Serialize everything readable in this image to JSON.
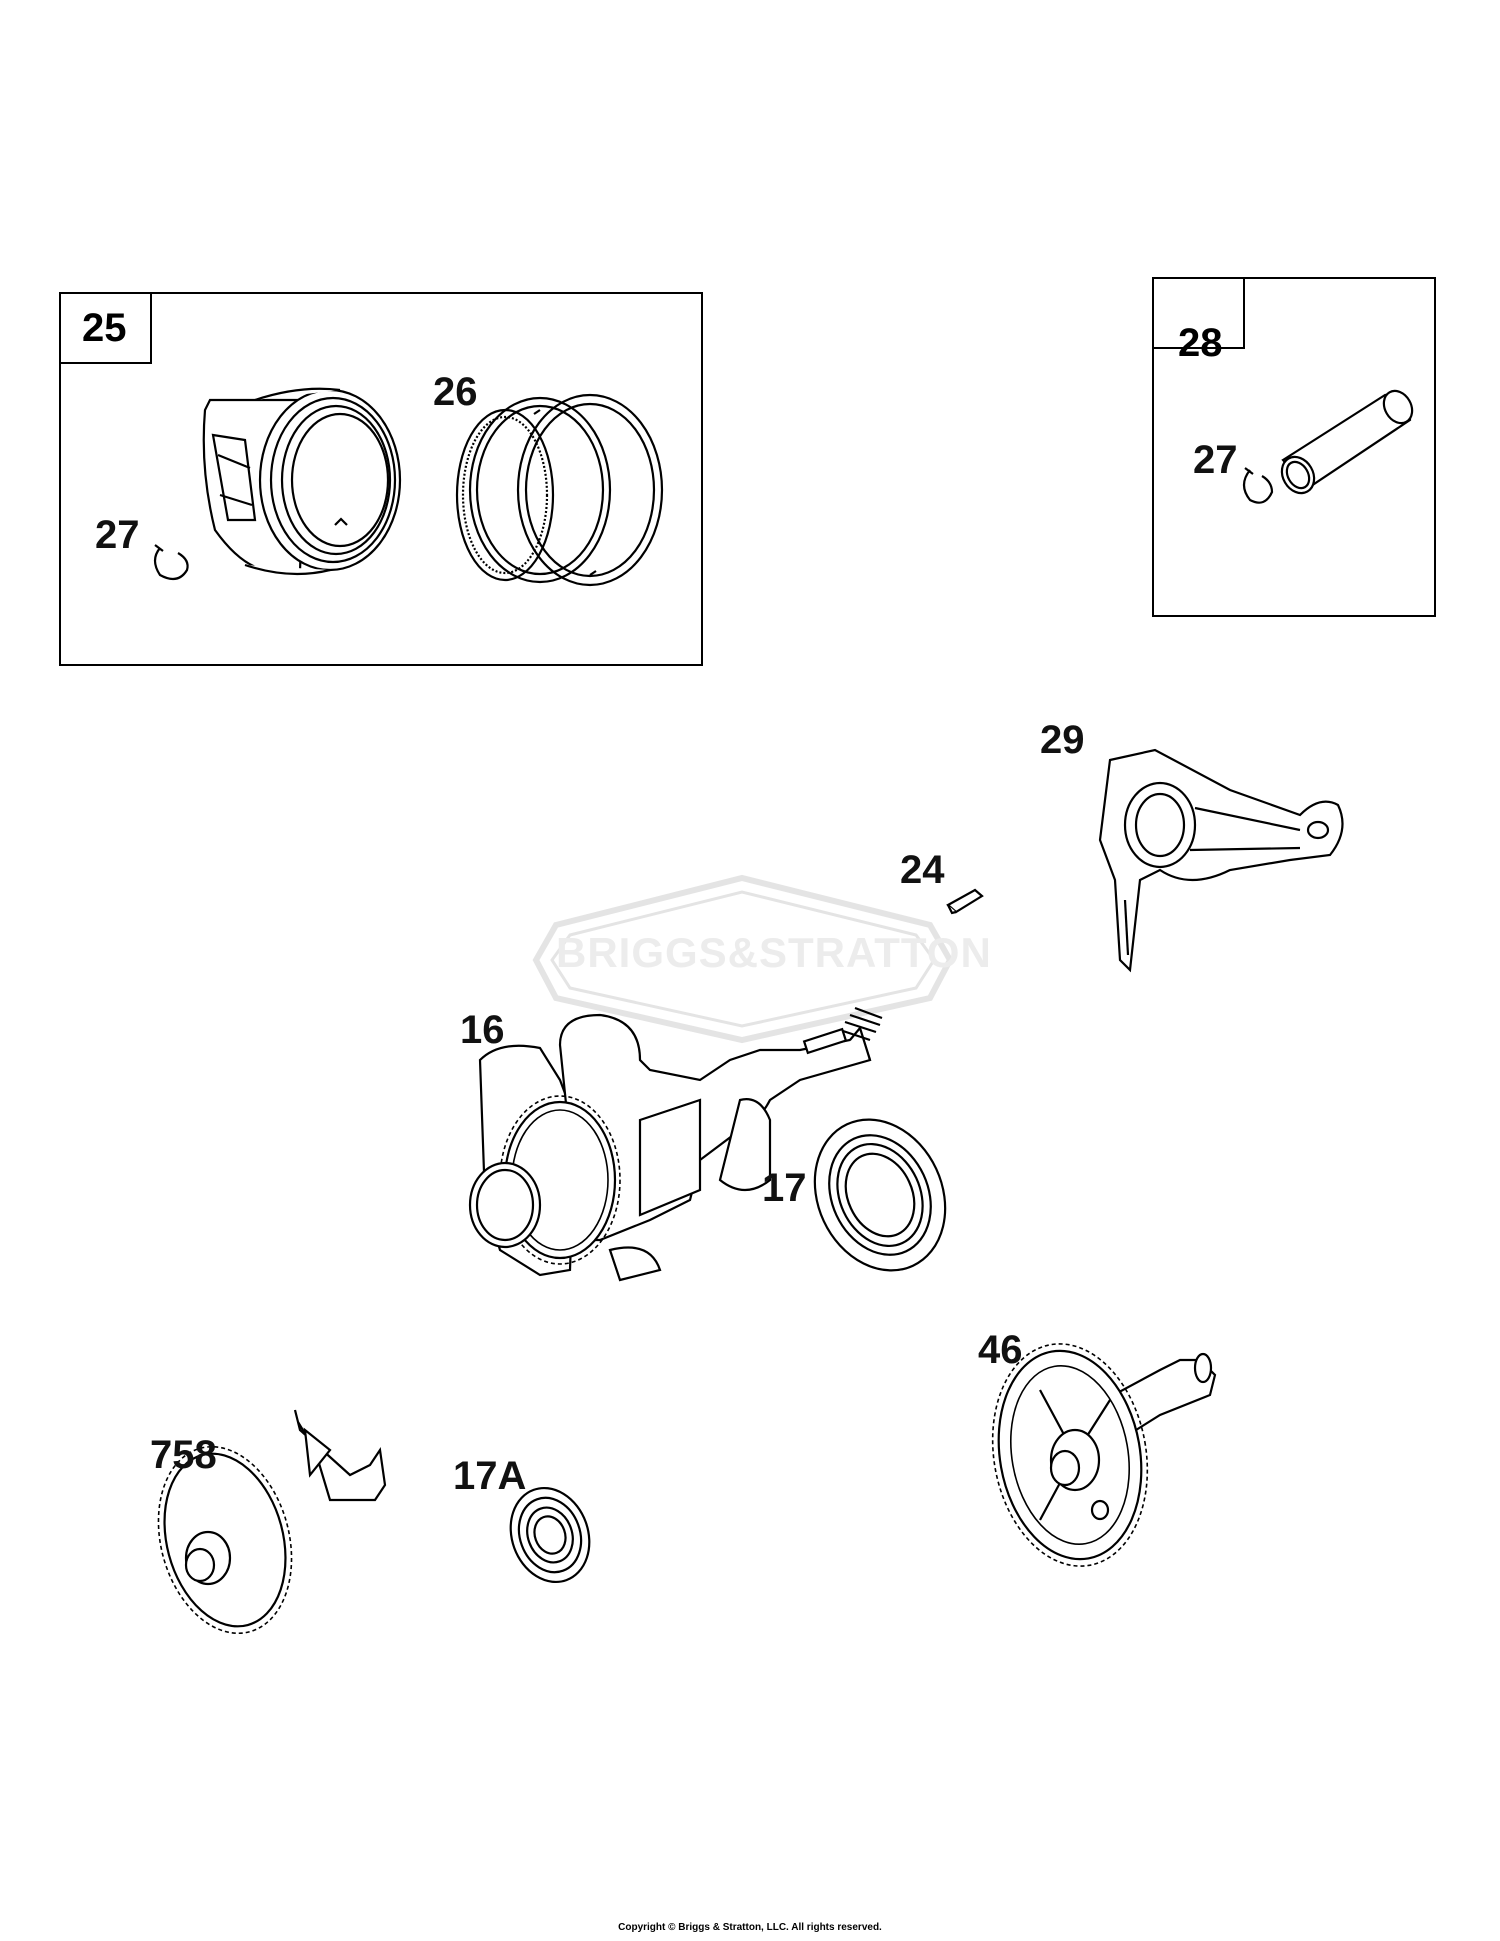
{
  "diagram": {
    "watermark": "BRIGGS&STRATTON",
    "copyright": "Copyright © Briggs & Stratton, LLC. All rights reserved.",
    "boxes": {
      "piston_box_label": "25",
      "pin_box_label": "28"
    },
    "callouts": {
      "piston_rings": "26",
      "clip_left": "27",
      "clip_right": "27",
      "connecting_rod": "29",
      "key": "24",
      "crankshaft": "16",
      "main_bearing": "17",
      "bearing_small": "17A",
      "governor_gear": "758",
      "camshaft": "46"
    }
  }
}
